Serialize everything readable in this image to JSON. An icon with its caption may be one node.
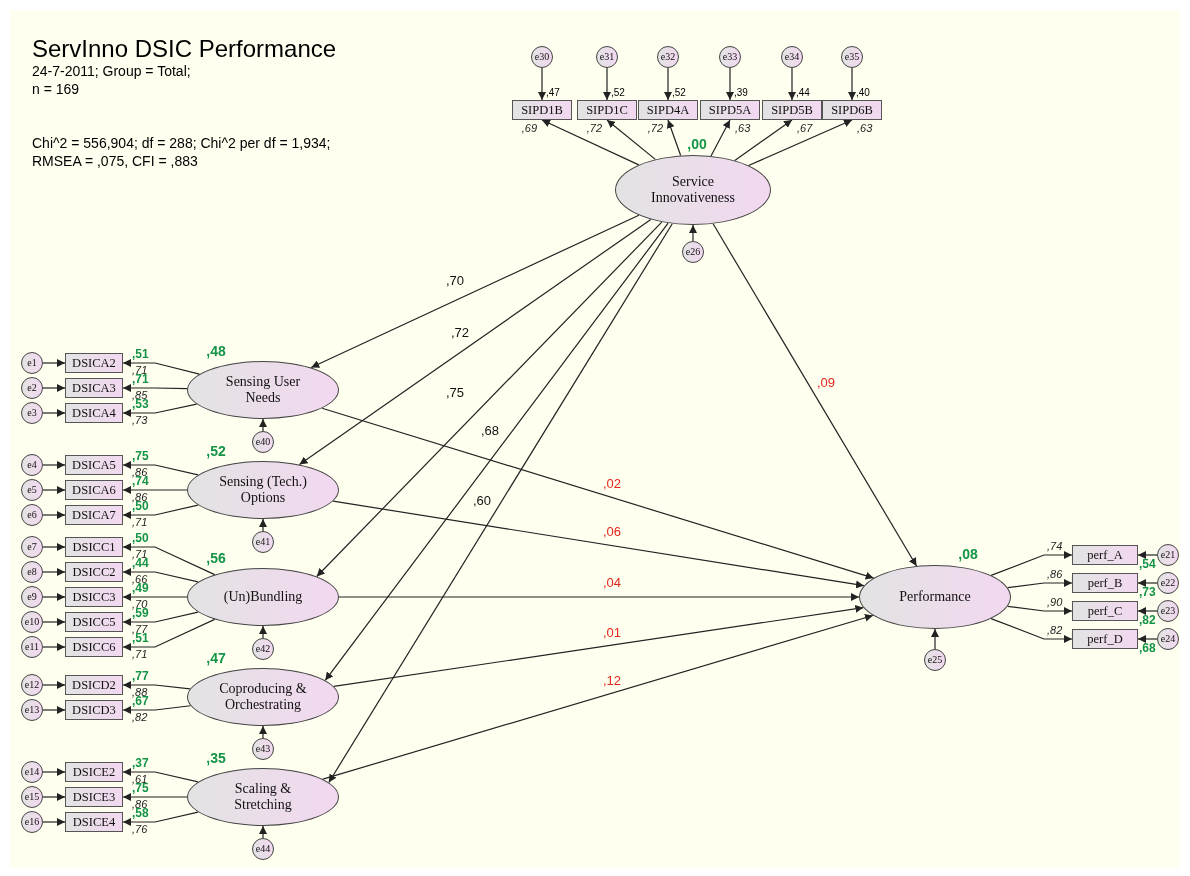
{
  "diagram": {
    "title": "ServInno DSIC Performance",
    "nodes": [
      {
        "text": [
          "e30"
        ]
      },
      {
        "text": [
          "e31"
        ]
      },
      {
        "text": [
          "e32"
        ]
      },
      {
        "text": [
          "e33"
        ]
      },
      {
        "text": [
          "e34"
        ]
      },
      {
        "text": [
          "e35"
        ]
      },
      {
        "text": [
          "SIPD1B"
        ],
        "beside": [
          ",47"
        ]
      },
      {
        "text": [
          "SIPD1C"
        ],
        "beside": [
          ",52"
        ]
      },
      {
        "text": [
          "SIPD4A"
        ],
        "beside": [
          ",52"
        ]
      },
      {
        "text": [
          "SIPD5A"
        ],
        "beside": [
          ",39"
        ]
      },
      {
        "text": [
          "SIPD5B"
        ],
        "beside": [
          ",44"
        ]
      },
      {
        "text": [
          "SIPD6B"
        ],
        "beside": [
          ",40"
        ]
      },
      {
        "text": [
          "Service Innovativeness"
        ],
        "beside": [
          ",00"
        ]
      },
      {
        "text": [
          "e26"
        ]
      },
      {
        "text": [
          "e1"
        ]
      },
      {
        "text": [
          "e2"
        ]
      },
      {
        "text": [
          "e3"
        ]
      },
      {
        "text": [
          "DSICA2"
        ],
        "beside": [
          ",51"
        ]
      },
      {
        "text": [
          "DSICA3"
        ],
        "beside": [
          ",71"
        ]
      },
      {
        "text": [
          "DSICA4"
        ],
        "beside": [
          ",53"
        ]
      },
      {
        "text": [
          "Sensing User Needs"
        ],
        "beside": [
          ",48"
        ]
      },
      {
        "text": [
          "e40"
        ]
      },
      {
        "text": [
          "e4"
        ]
      },
      {
        "text": [
          "e5"
        ]
      },
      {
        "text": [
          "e6"
        ]
      },
      {
        "text": [
          "DSICA5"
        ],
        "beside": [
          ",75"
        ]
      },
      {
        "text": [
          "DSICA6"
        ],
        "beside": [
          ",74"
        ]
      },
      {
        "text": [
          "DSICA7"
        ],
        "beside": [
          ",50"
        ]
      },
      {
        "text": [
          "Sensing (Tech.) Options"
        ],
        "beside": [
          ",52"
        ]
      },
      {
        "text": [
          "e41"
        ]
      },
      {
        "text": [
          "e7"
        ]
      },
      {
        "text": [
          "e8"
        ]
      },
      {
        "text": [
          "e9"
        ]
      },
      {
        "text": [
          "e10"
        ]
      },
      {
        "text": [
          "e11"
        ]
      },
      {
        "text": [
          "DSICC1"
        ],
        "beside": [
          ",50"
        ]
      },
      {
        "text": [
          "DSICC2"
        ],
        "beside": [
          ",44"
        ]
      },
      {
        "text": [
          "DSICC3"
        ],
        "beside": [
          ",49"
        ]
      },
      {
        "text": [
          "DSICC5"
        ],
        "beside": [
          ",59"
        ]
      },
      {
        "text": [
          "DSICC6"
        ],
        "beside": [
          ",51"
        ]
      },
      {
        "text": [
          "(Un)Bundling"
        ],
        "beside": [
          ",56"
        ]
      },
      {
        "text": [
          "e42"
        ]
      },
      {
        "text": [
          "e12"
        ]
      },
      {
        "text": [
          "e13"
        ]
      },
      {
        "text": [
          "DSICD2"
        ],
        "beside": [
          ",77"
        ]
      },
      {
        "text": [
          "DSICD3"
        ],
        "beside": [
          ",67"
        ]
      },
      {
        "text": [
          "Coproducing & Orchestrating"
        ],
        "beside": [
          ",47"
        ]
      },
      {
        "text": [
          "e43"
        ]
      },
      {
        "text": [
          "e14"
        ]
      },
      {
        "text": [
          "e15"
        ]
      },
      {
        "text": [
          "e16"
        ]
      },
      {
        "text": [
          "DSICE2"
        ],
        "beside": [
          ",37"
        ]
      },
      {
        "text": [
          "DSICE3"
        ],
        "beside": [
          ",75"
        ]
      },
      {
        "text": [
          "DSICE4"
        ],
        "beside": [
          ",58"
        ]
      },
      {
        "text": [
          "Scaling & Stretching"
        ],
        "beside": [
          ",35"
        ]
      },
      {
        "text": [
          "e44"
        ]
      },
      {
        "text": [
          "Performance"
        ],
        "beside": [
          ",08"
        ]
      },
      {
        "text": [
          "e25"
        ]
      },
      {
        "text": [
          "perf_A"
        ],
        "beside": [
          ",54"
        ]
      },
      {
        "text": [
          "perf_B"
        ],
        "beside": [
          ",73"
        ]
      },
      {
        "text": [
          "perf_C"
        ],
        "beside": [
          ",82"
        ]
      },
      {
        "text": [
          "perf_D"
        ],
        "beside": [
          ",68"
        ]
      },
      {
        "text": [
          "e21"
        ]
      },
      {
        "text": [
          "e22"
        ]
      },
      {
        "text": [
          "e23"
        ]
      },
      {
        "text": [
          "e24"
        ]
      }
    ],
    "edges": [
      {
        "from": 0,
        "to": 6,
        "arrow": "to"
      },
      {
        "from": 1,
        "to": 7,
        "arrow": "to"
      },
      {
        "from": 2,
        "to": 8,
        "arrow": "to"
      },
      {
        "from": 3,
        "to": 9,
        "arrow": "to"
      },
      {
        "from": 4,
        "to": 10,
        "arrow": "to"
      },
      {
        "from": 5,
        "to": 11,
        "arrow": "to"
      },
      {
        "from": 12,
        "to": 6,
        "arrow": "to",
        "label": ",69"
      },
      {
        "from": 12,
        "to": 7,
        "arrow": "to",
        "label": ",72"
      },
      {
        "from": 12,
        "to": 8,
        "arrow": "to",
        "label": ",72"
      },
      {
        "from": 12,
        "to": 9,
        "arrow": "to",
        "label": ",63"
      },
      {
        "from": 12,
        "to": 10,
        "arrow": "to",
        "label": ",67"
      },
      {
        "from": 12,
        "to": 11,
        "arrow": "to",
        "label": ",63"
      },
      {
        "from": 13,
        "to": 12,
        "arrow": "to"
      },
      {
        "from": 14,
        "to": 17,
        "arrow": "to"
      },
      {
        "from": 15,
        "to": 18,
        "arrow": "to"
      },
      {
        "from": 16,
        "to": 19,
        "arrow": "to"
      },
      {
        "from": 20,
        "to": 17,
        "arrow": "to",
        "label": ",71"
      },
      {
        "from": 20,
        "to": 18,
        "arrow": "to",
        "label": ",85"
      },
      {
        "from": 20,
        "to": 19,
        "arrow": "to",
        "label": ",73"
      },
      {
        "from": 21,
        "to": 20,
        "arrow": "to"
      },
      {
        "from": 22,
        "to": 25,
        "arrow": "to"
      },
      {
        "from": 23,
        "to": 26,
        "arrow": "to"
      },
      {
        "from": 24,
        "to": 27,
        "arrow": "to"
      },
      {
        "from": 28,
        "to": 25,
        "arrow": "to",
        "label": ",86"
      },
      {
        "from": 28,
        "to": 26,
        "arrow": "to",
        "label": ",86"
      },
      {
        "from": 28,
        "to": 27,
        "arrow": "to",
        "label": ",71"
      },
      {
        "from": 29,
        "to": 28,
        "arrow": "to"
      },
      {
        "from": 30,
        "to": 35,
        "arrow": "to"
      },
      {
        "from": 31,
        "to": 36,
        "arrow": "to"
      },
      {
        "from": 32,
        "to": 37,
        "arrow": "to"
      },
      {
        "from": 33,
        "to": 38,
        "arrow": "to"
      },
      {
        "from": 34,
        "to": 39,
        "arrow": "to"
      },
      {
        "from": 40,
        "to": 35,
        "arrow": "to",
        "label": ",71"
      },
      {
        "from": 40,
        "to": 36,
        "arrow": "to",
        "label": ",66"
      },
      {
        "from": 40,
        "to": 37,
        "arrow": "to",
        "label": ",70"
      },
      {
        "from": 40,
        "to": 38,
        "arrow": "to",
        "label": ",77"
      },
      {
        "from": 40,
        "to": 39,
        "arrow": "to",
        "label": ",71"
      },
      {
        "from": 41,
        "to": 40,
        "arrow": "to"
      },
      {
        "from": 42,
        "to": 44,
        "arrow": "to"
      },
      {
        "from": 43,
        "to": 45,
        "arrow": "to"
      },
      {
        "from": 46,
        "to": 44,
        "arrow": "to",
        "label": ",88"
      },
      {
        "from": 46,
        "to": 45,
        "arrow": "to",
        "label": ",82"
      },
      {
        "from": 47,
        "to": 46,
        "arrow": "to"
      },
      {
        "from": 48,
        "to": 51,
        "arrow": "to"
      },
      {
        "from": 49,
        "to": 52,
        "arrow": "to"
      },
      {
        "from": 50,
        "to": 53,
        "arrow": "to"
      },
      {
        "from": 54,
        "to": 51,
        "arrow": "to",
        "label": ",61"
      },
      {
        "from": 54,
        "to": 52,
        "arrow": "to",
        "label": ",86"
      },
      {
        "from": 54,
        "to": 53,
        "arrow": "to",
        "label": ",76"
      },
      {
        "from": 55,
        "to": 54,
        "arrow": "to"
      },
      {
        "from": 12,
        "to": 20,
        "arrow": "to",
        "label": ",70"
      },
      {
        "from": 12,
        "to": 28,
        "arrow": "to",
        "label": ",72"
      },
      {
        "from": 12,
        "to": 40,
        "arrow": "to",
        "label": ",75"
      },
      {
        "from": 12,
        "to": 46,
        "arrow": "to",
        "label": ",68"
      },
      {
        "from": 12,
        "to": 54,
        "arrow": "to",
        "label": ",60"
      },
      {
        "from": 12,
        "to": 56,
        "arrow": "to",
        "label": ",09"
      },
      {
        "from": 20,
        "to": 56,
        "arrow": "to",
        "label": ",02"
      },
      {
        "from": 28,
        "to": 56,
        "arrow": "to",
        "label": ",06"
      },
      {
        "from": 40,
        "to": 56,
        "arrow": "to",
        "label": ",04"
      },
      {
        "from": 46,
        "to": 56,
        "arrow": "to",
        "label": ",01"
      },
      {
        "from": 54,
        "to": 56,
        "arrow": "to",
        "label": ",12"
      },
      {
        "from": 57,
        "to": 56,
        "arrow": "to"
      },
      {
        "from": 56,
        "to": 58,
        "arrow": "to",
        "label": ",74"
      },
      {
        "from": 56,
        "to": 59,
        "arrow": "to",
        "label": ",86"
      },
      {
        "from": 56,
        "to": 60,
        "arrow": "to",
        "label": ",90"
      },
      {
        "from": 56,
        "to": 61,
        "arrow": "to",
        "label": ",82"
      },
      {
        "from": 62,
        "to": 58,
        "arrow": "to"
      },
      {
        "from": 63,
        "to": 59,
        "arrow": "to"
      },
      {
        "from": 64,
        "to": 60,
        "arrow": "to"
      },
      {
        "from": 65,
        "to": 61,
        "arrow": "to"
      }
    ],
    "labels": [
      "24-7-2011; Group = Total;",
      "n = 169",
      "Chi^2 = 556,904; df = 288; Chi^2 per df = 1,934;",
      "RMSEA = ,075, CFI = ,883"
    ]
  }
}
